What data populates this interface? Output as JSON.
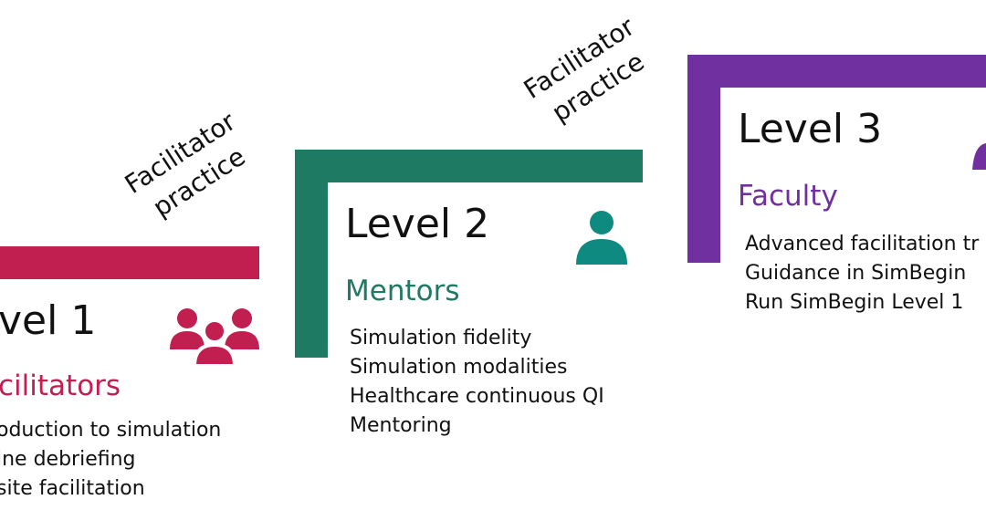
{
  "colors": {
    "level1": "#c21f51",
    "level2": "#1f7a63",
    "level2_icon": "#0f8a80",
    "level3": "#7030a0",
    "text": "#111111"
  },
  "practice_labels": [
    {
      "line1": "Facilitator",
      "line2": "practice"
    },
    {
      "line1": "Facilitator",
      "line2": "practice"
    }
  ],
  "levels": [
    {
      "title": "vel 1",
      "role": "cilitators",
      "icon": "group-of-people-icon",
      "items": [
        "oduction to simulation",
        "ine debriefing",
        "site facilitation"
      ]
    },
    {
      "title": "Level 2",
      "role": "Mentors",
      "icon": "person-icon",
      "items": [
        "Simulation fidelity",
        "Simulation modalities",
        "Healthcare continuous QI",
        "Mentoring"
      ]
    },
    {
      "title": "Level 3",
      "role": "Faculty",
      "icon": "person-icon",
      "items": [
        "Advanced facilitation tr",
        "Guidance in SimBegin",
        "Run SimBegin Level 1"
      ]
    }
  ]
}
